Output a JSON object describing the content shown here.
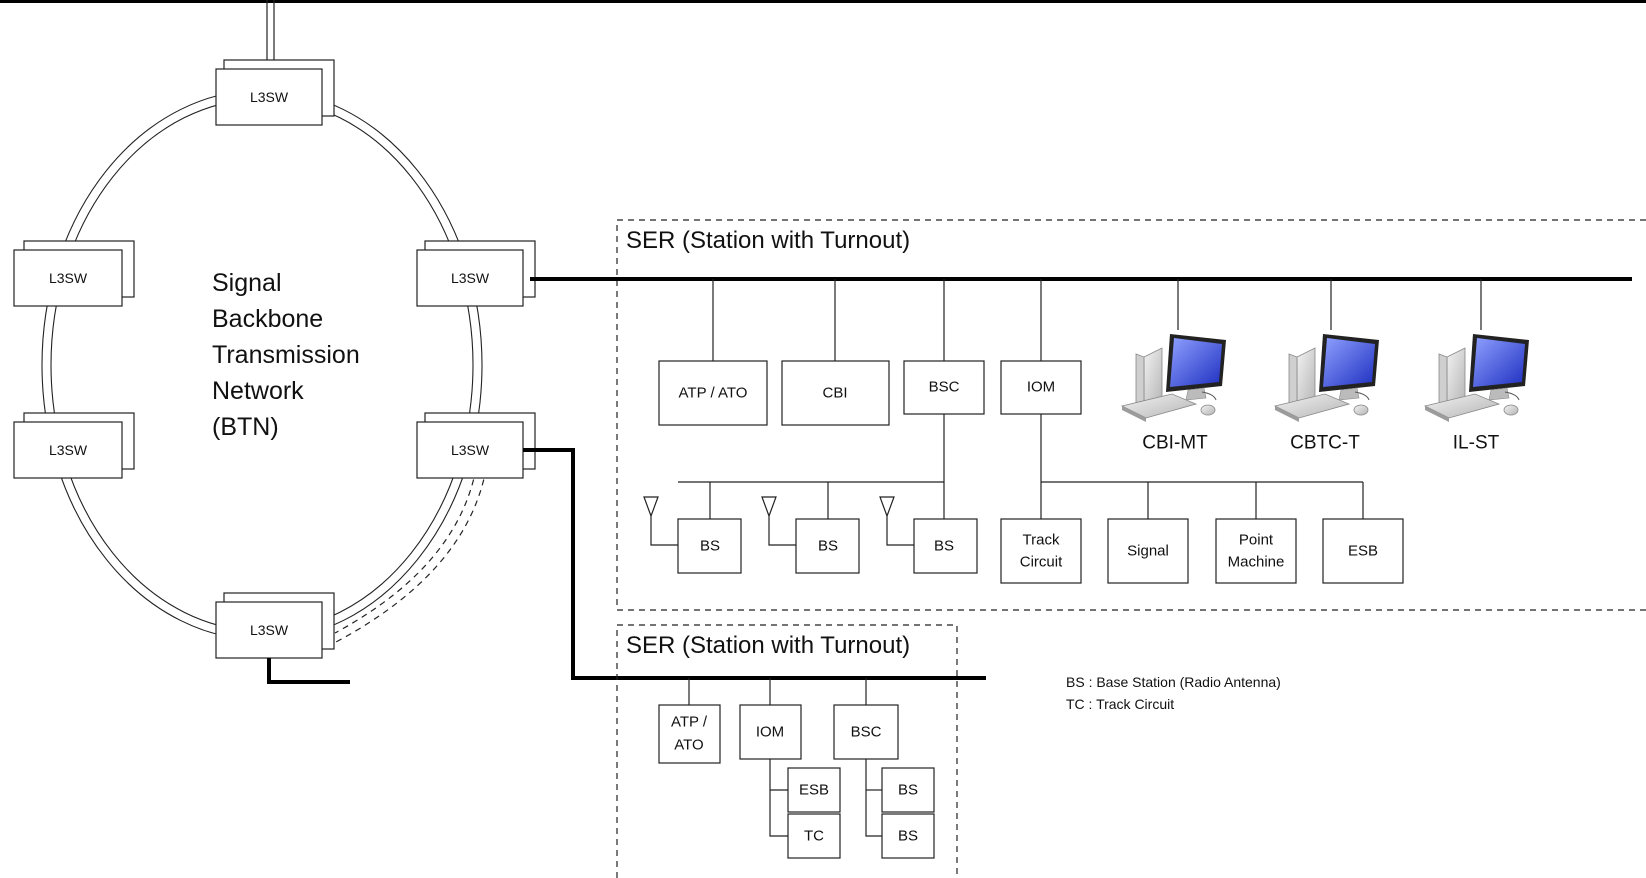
{
  "btn": {
    "label_lines": [
      "Signal",
      "Backbone",
      "Transmission",
      "Network",
      "(BTN)"
    ],
    "switch_label": "L3SW"
  },
  "ser_main": {
    "title": "SER  (Station with Turnout)",
    "units": [
      "ATP / ATO",
      "CBI",
      "BSC",
      "IOM"
    ],
    "base_station_label": "BS",
    "field_devices": [
      [
        "Track",
        "Circuit"
      ],
      [
        "Signal"
      ],
      [
        "Point",
        "Machine"
      ],
      [
        "ESB"
      ]
    ],
    "terminals": [
      "CBI-MT",
      "CBTC-T",
      "IL-ST"
    ]
  },
  "ser_secondary": {
    "title": "SER  (Station with Turnout)",
    "atp_lines": [
      "ATP /",
      "ATO"
    ],
    "iom": "IOM",
    "bsc": "BSC",
    "iom_children": [
      "ESB",
      "TC"
    ],
    "bsc_children": [
      "BS",
      "BS"
    ]
  },
  "legend": [
    "BS : Base Station (Radio Antenna)",
    "TC : Track Circuit"
  ],
  "colors": {
    "line": "#000000",
    "monitor_screen": "#3d4fd8",
    "device_body": "#d9d9d9"
  }
}
